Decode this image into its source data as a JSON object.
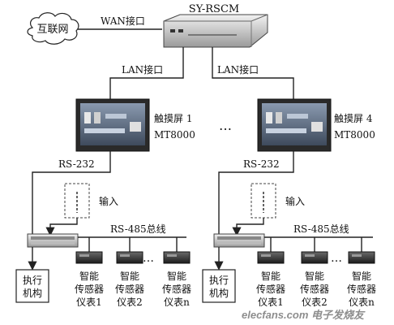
{
  "router": {
    "label": "SY-RSCM"
  },
  "internet": {
    "label": "互联网"
  },
  "links": {
    "wan": "WAN接口",
    "lan_left": "LAN接口",
    "lan_right": "LAN接口"
  },
  "touchscreens": [
    {
      "name": "触摸屏 1",
      "model": "MT8000"
    },
    {
      "name": "触摸屏 4",
      "model": "MT8000"
    }
  ],
  "ellipsis_center": "…",
  "branches": [
    {
      "rs232": "RS-232",
      "input": "输入",
      "rs485": "RS-485总线",
      "actuator": [
        "执行",
        "机构"
      ],
      "sensors": [
        [
          "智能",
          "传感器",
          "仪表1"
        ],
        [
          "智能",
          "传感器",
          "仪表2"
        ],
        [
          "智能",
          "传感器",
          "仪表n"
        ]
      ],
      "sensor_ellipsis": "…"
    },
    {
      "rs232": "RS-232",
      "input": "输入",
      "rs485": "RS-485总线",
      "actuator": [
        "执行",
        "机构"
      ],
      "sensors": [
        [
          "智能",
          "传感器",
          "仪表1"
        ],
        [
          "智能",
          "传感器",
          "仪表2"
        ],
        [
          "智能",
          "传感器",
          "仪表n"
        ]
      ],
      "sensor_ellipsis": "…"
    }
  ],
  "watermark": "elecfans.com 电子发烧友"
}
